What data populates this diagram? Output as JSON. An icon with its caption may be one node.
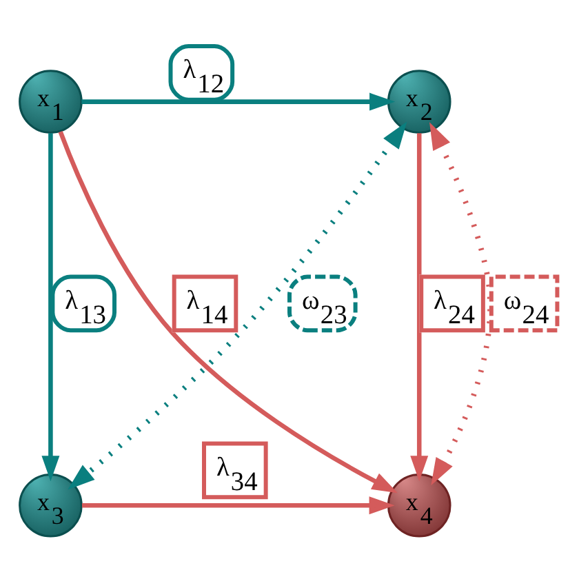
{
  "diagram": {
    "nodes": [
      {
        "text": [
          "x$_{1}$"
        ]
      },
      {
        "text": [
          "x$_{2}$"
        ]
      },
      {
        "text": [
          "x$_{3}$"
        ]
      },
      {
        "text": [
          "x$_{4}$"
        ]
      }
    ],
    "edges": [
      {
        "from": 0,
        "to": 1,
        "arrow": "to",
        "label": "λ$_{12}$",
        "color": "#0a7f7f"
      },
      {
        "from": 0,
        "to": 3,
        "arrow": "to",
        "label": "λ$_{14}$"
      },
      {
        "from": 0,
        "to": 2,
        "arrow": "to",
        "label": "λ$_{13}$",
        "color": "#0a7f7f"
      },
      {
        "from": 1,
        "to": 2,
        "arrow": "both",
        "label": "ω$_{23}$",
        "style": "dashed",
        "color": "#0a7f7f"
      },
      {
        "from": 1,
        "to": 3,
        "arrow": "to",
        "label": "λ$_{24}$"
      },
      {
        "from": 1,
        "to": 3,
        "arrow": "both",
        "label": "ω$_{24}$",
        "style": "dashed"
      },
      {
        "from": 2,
        "to": 3,
        "arrow": "to",
        "label": "λ$_{34}$"
      }
    ]
  }
}
